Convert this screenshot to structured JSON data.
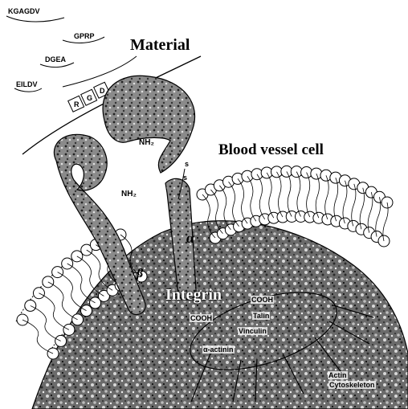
{
  "labels": {
    "material": "Material",
    "blood_vessel_cell": "Blood vessel cell",
    "integrin": "Integrin",
    "alpha": "α",
    "beta": "β",
    "nh2_top": "NH₂",
    "nh2_left": "NH₂",
    "cooh_right": "COOH",
    "cooh_left": "COOH",
    "talin": "Talin",
    "vinculin": "Vinculin",
    "alpha_actinin": "α-actinin",
    "actin": "Actin",
    "cytoskeleton": "Cytoskeleton",
    "s_top": "s",
    "s_bottom": "s"
  },
  "peptides": [
    "KGAGDV",
    "GPRP",
    "DGEA",
    "EILDV"
  ],
  "rgd_letters": [
    "R",
    "G",
    "D"
  ]
}
